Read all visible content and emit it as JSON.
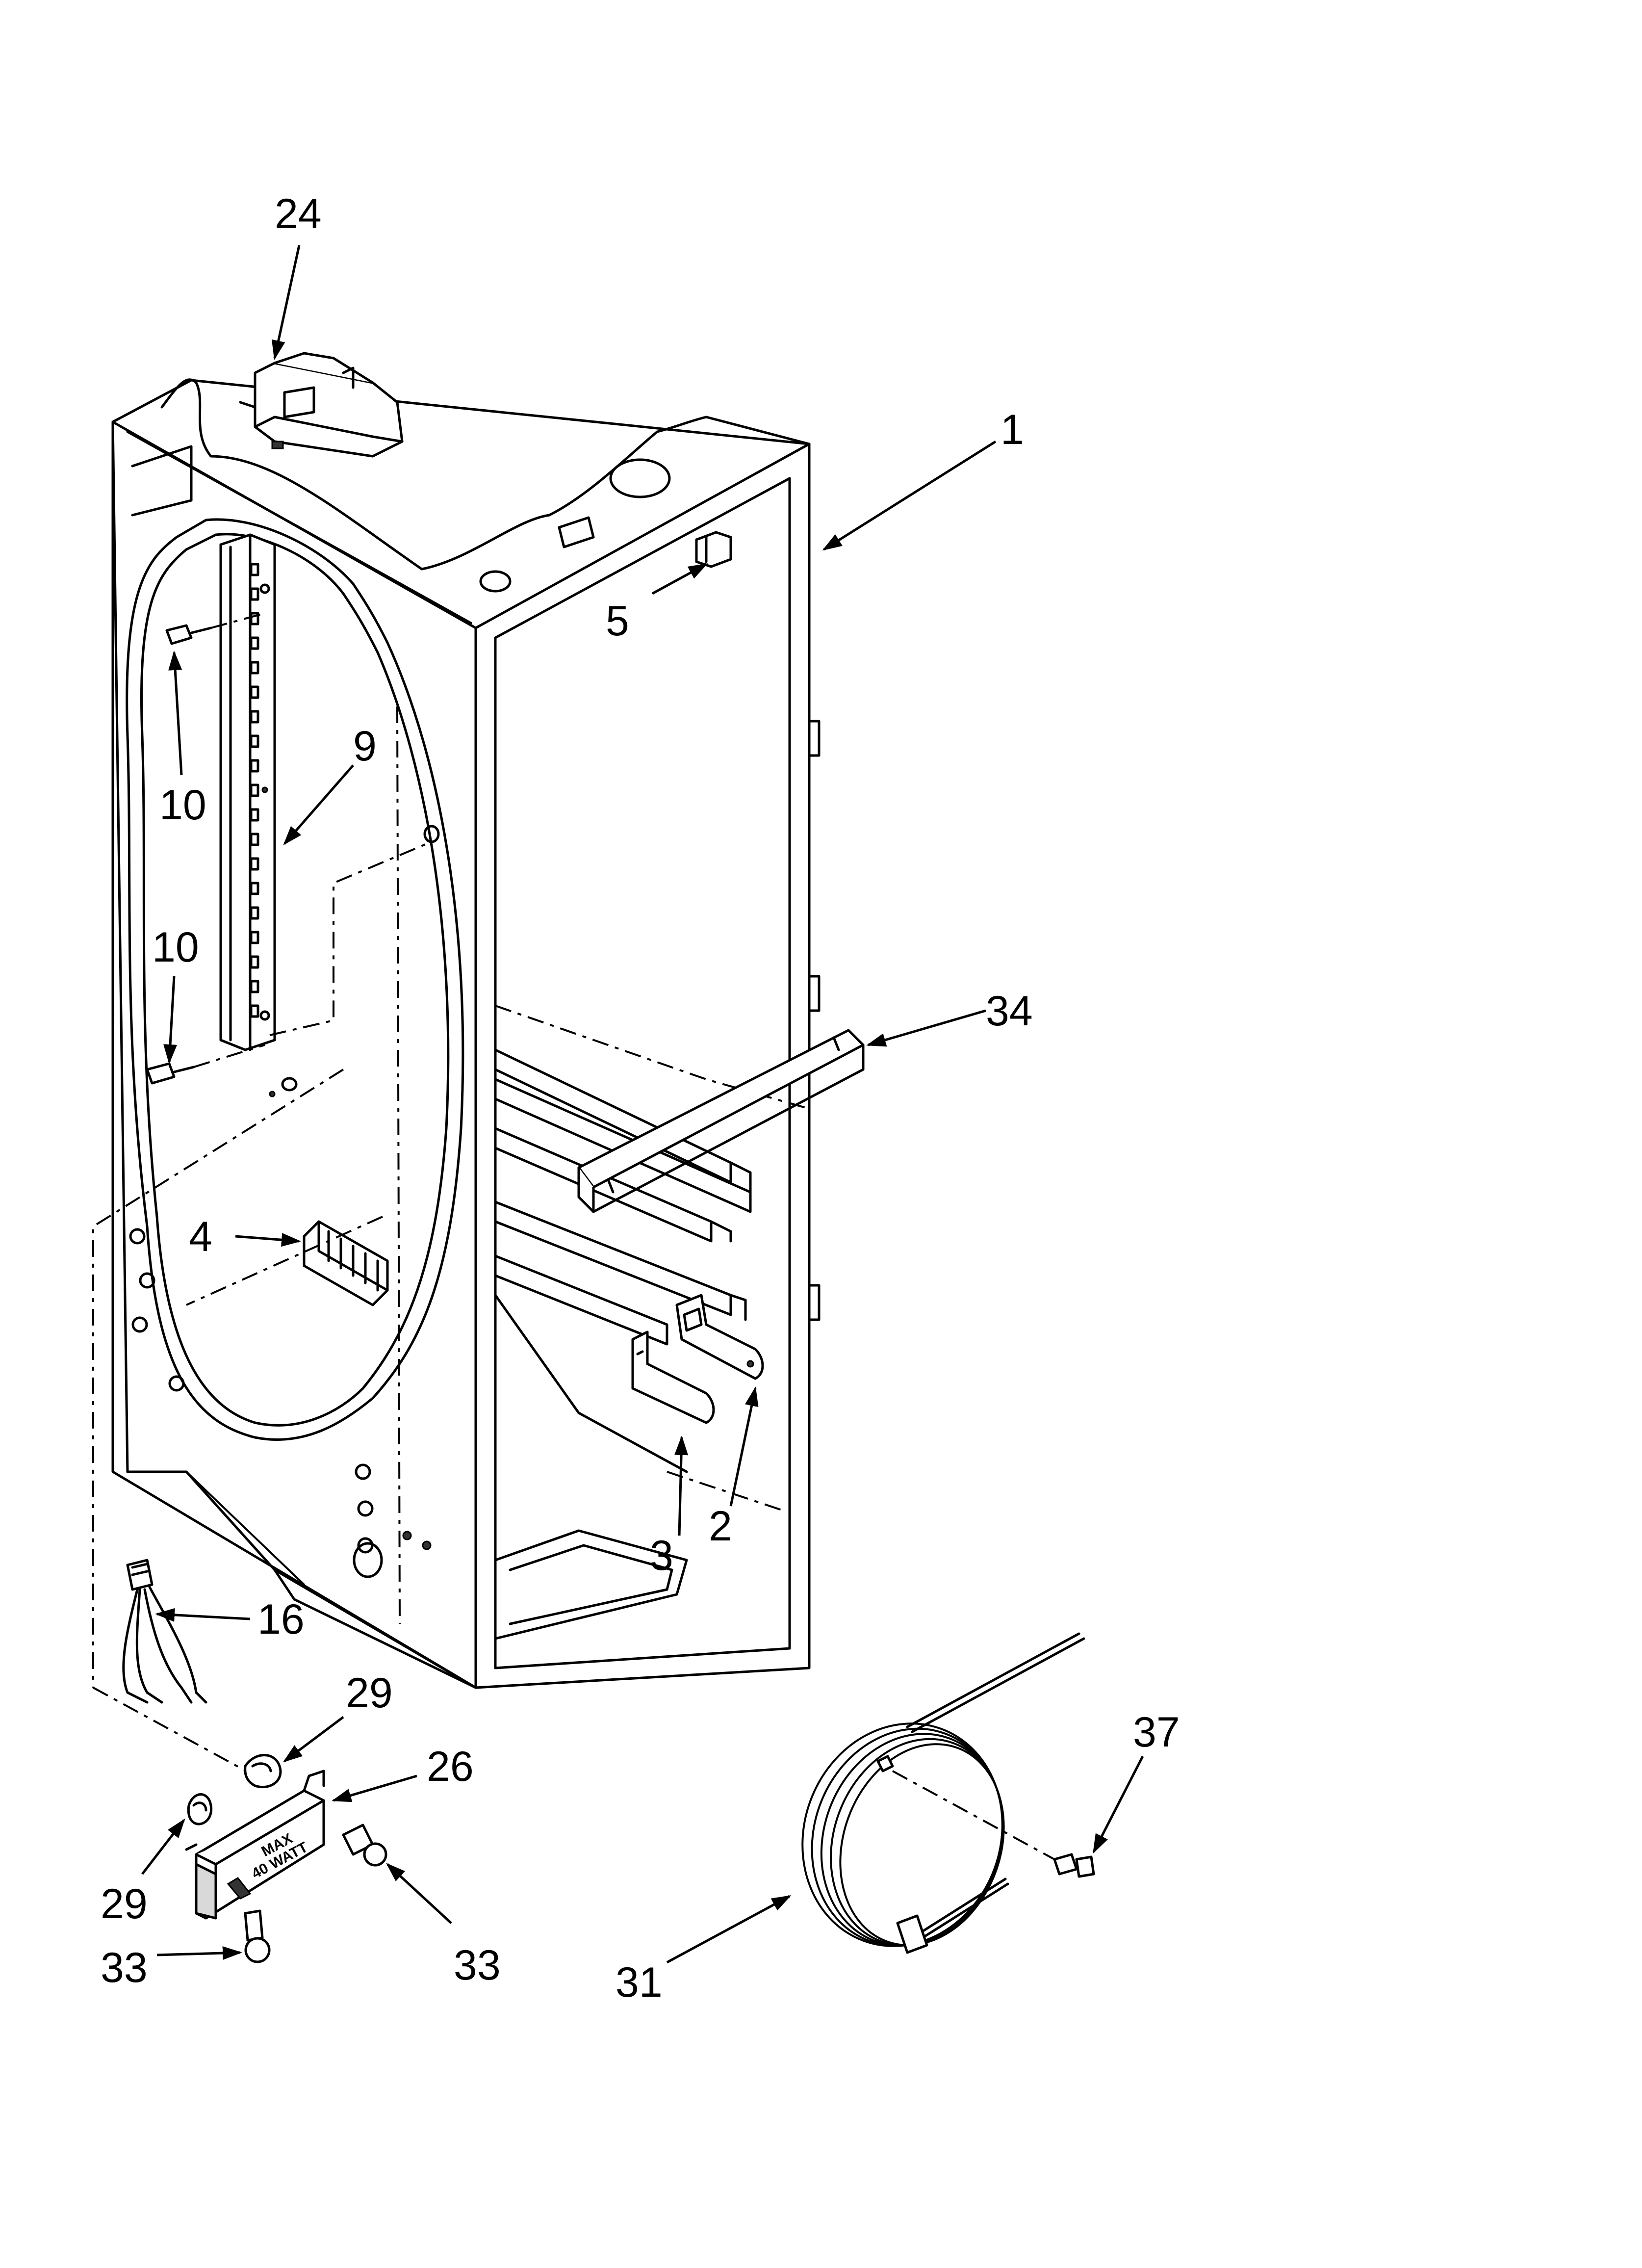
{
  "callouts": {
    "c1": "1",
    "c2": "2",
    "c3": "3",
    "c4": "4",
    "c5": "5",
    "c9": "9",
    "c10a": "10",
    "c10b": "10",
    "c16": "16",
    "c24": "24",
    "c26": "26",
    "c29a": "29",
    "c29b": "29",
    "c31": "31",
    "c33a": "33",
    "c33b": "33",
    "c34": "34",
    "c37": "37"
  },
  "light_housing": {
    "label_line1": "MAX",
    "label_line2": "40 WATT"
  }
}
